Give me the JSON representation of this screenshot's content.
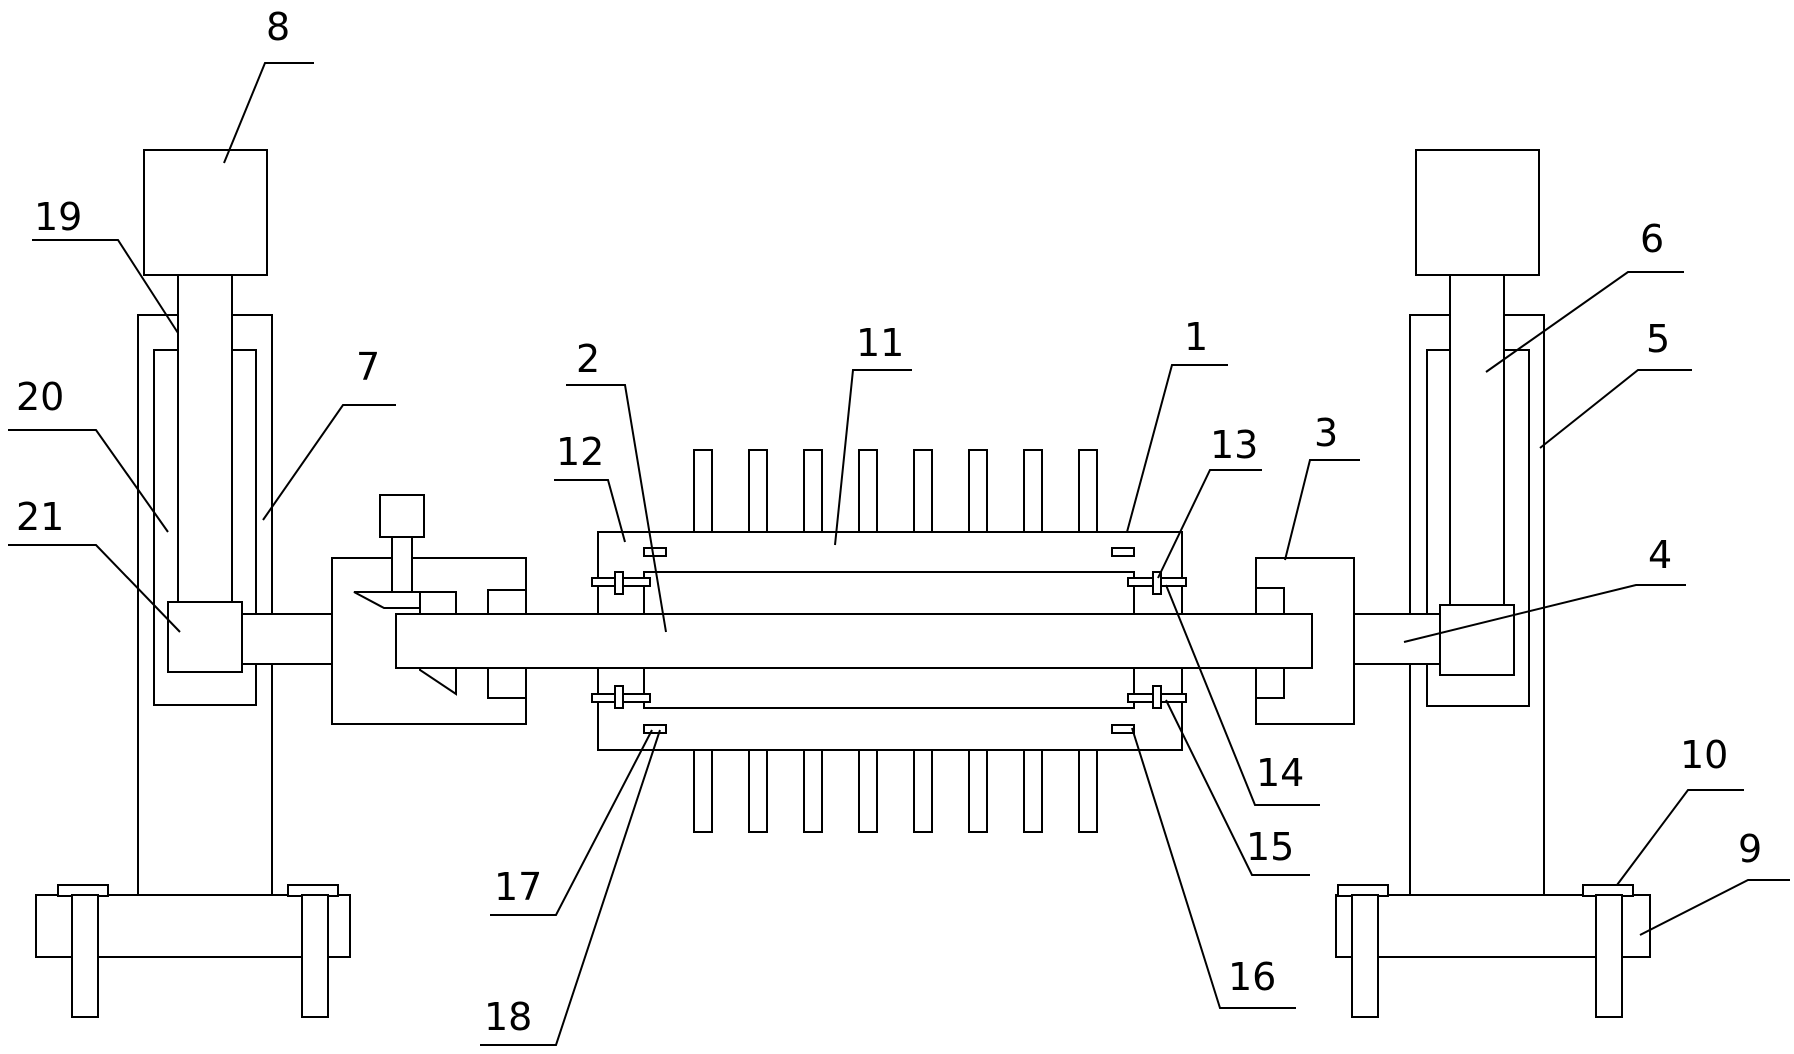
{
  "labels": {
    "l1": "1",
    "l2": "2",
    "l3": "3",
    "l4": "4",
    "l5": "5",
    "l6": "6",
    "l7": "7",
    "l8": "8",
    "l9": "9",
    "l10": "10",
    "l11": "11",
    "l12": "12",
    "l13": "13",
    "l14": "14",
    "l15": "15",
    "l16": "16",
    "l17": "17",
    "l18": "18",
    "l19": "19",
    "l20": "20",
    "l21": "21"
  },
  "colors": {
    "stroke": "#000000",
    "background": "#ffffff"
  }
}
